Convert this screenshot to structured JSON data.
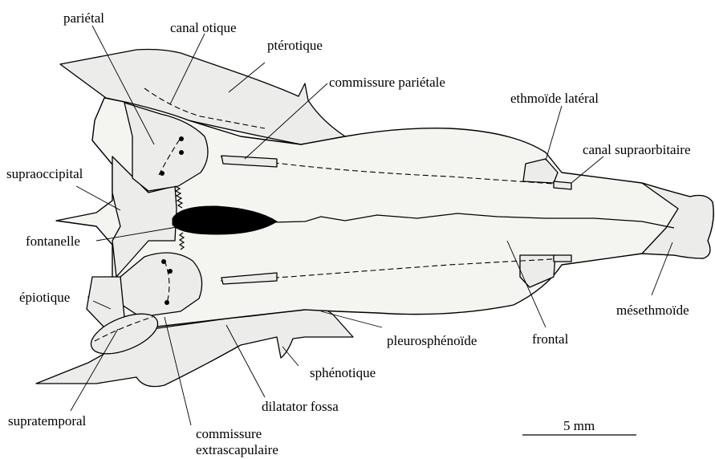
{
  "figure": {
    "labels": {
      "parietal": "pariétal",
      "canal_otique": "canal otique",
      "pterotique": "ptérotique",
      "commissure_parietale": "commissure pariétale",
      "ethmoide_lateral": "ethmoïde latéral",
      "canal_supraorbitaire": "canal supraorbitaire",
      "supraoccipital": "supraoccipital",
      "fontanelle": "fontanelle",
      "epiotique": "épiotique",
      "pleurosphenoide": "pleurosphénoïde",
      "frontal": "frontal",
      "mesethmoide": "mésethmoïde",
      "sphenotique": "sphénotique",
      "dilatator_fossa": "dilatator fossa",
      "supratemporal": "supratemporal",
      "commissure_extrascapulaire_line1": "commissure",
      "commissure_extrascapulaire_line2": "extrascapulaire"
    },
    "scale_bar": {
      "label": "5 mm"
    }
  }
}
